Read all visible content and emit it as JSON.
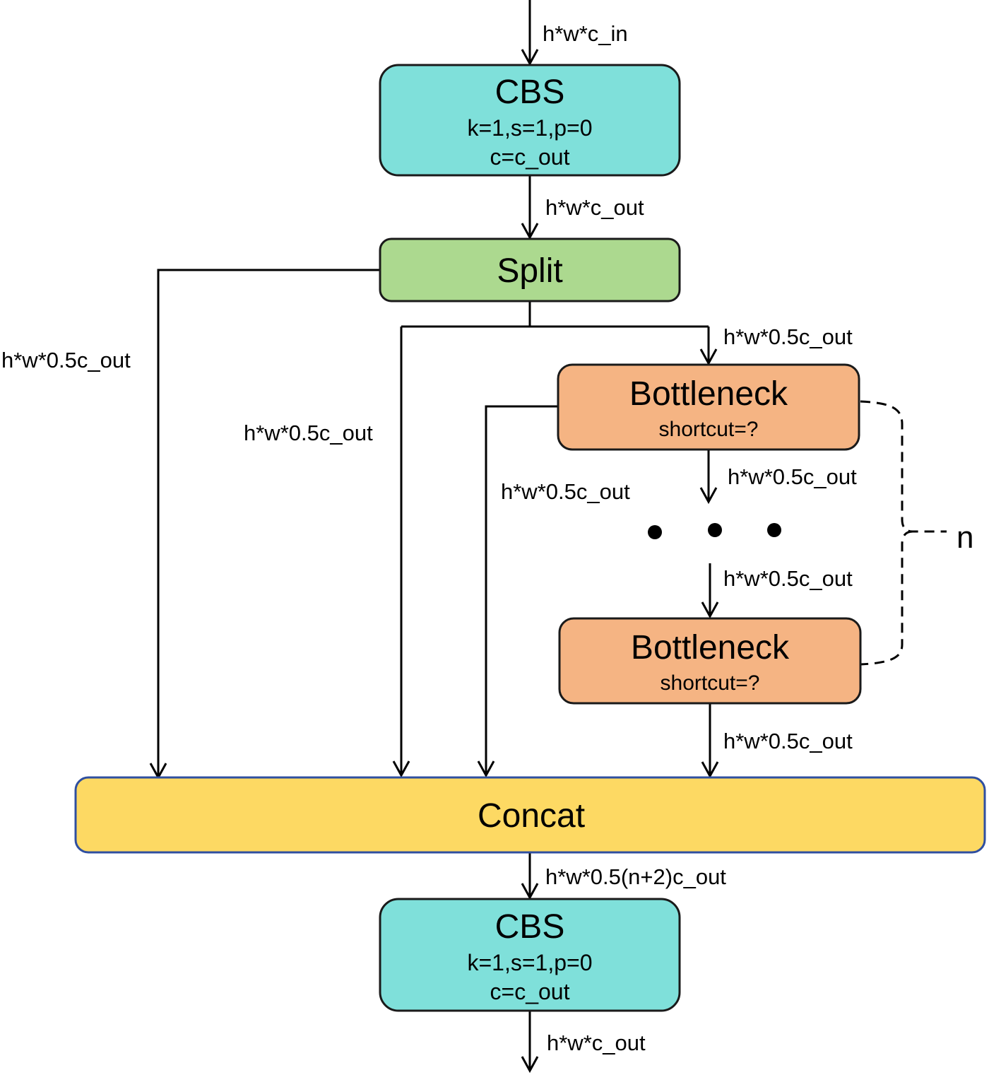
{
  "blocks": {
    "cbs_top": {
      "title": "CBS",
      "line1": "k=1,s=1,p=0",
      "line2": "c=c_out"
    },
    "split": {
      "title": "Split"
    },
    "bottleneck_1": {
      "title": "Bottleneck",
      "line1": "shortcut=?"
    },
    "bottleneck_2": {
      "title": "Bottleneck",
      "line1": "shortcut=?"
    },
    "concat": {
      "title": "Concat"
    },
    "cbs_bottom": {
      "title": "CBS",
      "line1": "k=1,s=1,p=0",
      "line2": "c=c_out"
    }
  },
  "labels": {
    "input": "h*w*c_in",
    "after_cbs_top": "h*w*c_out",
    "split_to_bottleneck": "h*w*0.5c_out",
    "split_far_branch": "h*w*0.5c_out",
    "split_mid_branch": "h*w*0.5c_out",
    "bottleneck_branch": "h*w*0.5c_out",
    "bottleneck_1_out": "h*w*0.5c_out",
    "into_bottleneck_2": "h*w*0.5c_out",
    "bottleneck_2_out": "h*w*0.5c_out",
    "concat_out": "h*w*0.5(n+2)c_out",
    "output": "h*w*c_out",
    "repeat_count": "n"
  }
}
